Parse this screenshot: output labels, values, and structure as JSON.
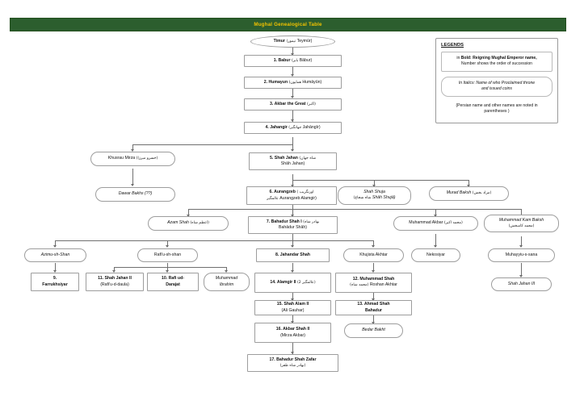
{
  "header": {
    "title": "Mughal Genealogical Table"
  },
  "legend": {
    "title": "LEGENDS",
    "entries": [
      {
        "id": "bold-rule",
        "line1_prefix": "in ",
        "line1_bold": "Bold: Reigning Mughal Emperor name,",
        "line2": "Number shows the order of succession"
      },
      {
        "id": "italic-rule",
        "line1": "In Italics: Name of who Proclaimed throne",
        "line2": "and issued coins"
      },
      {
        "id": "paren-rule",
        "line1": "(Persian name and other names are noted in",
        "line2": "parentheses )"
      }
    ]
  },
  "nodes": {
    "timur": {
      "line1": "Timur",
      "persian": "(تیمور",
      "line1_tail": "Teymūr)",
      "shape": "ellipse",
      "style": "bold"
    },
    "babur": {
      "line1": "1. Babur",
      "persian": "(بابر",
      "line1_tail": "Bābur)",
      "shape": "rect",
      "style": "bold"
    },
    "humayun": {
      "line1": "2. Humayun",
      "persian": "(همایون",
      "line1_tail": "Humāyūn)",
      "shape": "rect",
      "style": "bold"
    },
    "akbar": {
      "line1": "3. Akbar the Great",
      "persian": "(اکبر)",
      "shape": "rect",
      "style": "bold"
    },
    "jahangir": {
      "line1": "4. Jahangir",
      "persian": "(جهانگیر",
      "line1_tail": "Jahāngīr)",
      "shape": "rect",
      "style": "bold"
    },
    "khusrau": {
      "line1": "Khusrau Mirza",
      "persian": "(خسرو میرزا)",
      "shape": "round",
      "style": "normal"
    },
    "dawar": {
      "line1": "Dawar Bakhs (??)",
      "shape": "round",
      "style": "italic"
    },
    "shahjahan": {
      "line1": "5. Shah Jahan",
      "persian": "(شاه جهان",
      "line2": "Shāh Jahan)",
      "shape": "rect",
      "style": "bold"
    },
    "aurangzeb": {
      "line1": "6. Aurangzeb",
      "persian": "( اورنگزیب",
      "line2": "Aurangzeb Alamgir)",
      "persian2": "عالمگیر",
      "shape": "rect",
      "style": "bold"
    },
    "shahshuja": {
      "line1": "Shah Shuja",
      "line2": "Shāh Shujā)",
      "persian": "(شاه شجاع",
      "shape": "round",
      "style": "italic"
    },
    "muradbaksh": {
      "line1": "Murad Baksh",
      "persian": "(مراد بخش)",
      "shape": "round",
      "style": "italic"
    },
    "azamshah": {
      "line1": "Azam Shah",
      "persian": "(اعظم شاه)",
      "shape": "round",
      "style": "italic"
    },
    "bahadur1": {
      "line1": "7. Bahadur Shah I",
      "persian": "(بهادر شاه",
      "line2": "Bahādur Shāh)",
      "shape": "rect",
      "style": "bold"
    },
    "muhakbar": {
      "line1": "Muhammad Akbar",
      "persian": "(محمد اکبر)",
      "shape": "round",
      "style": "normal"
    },
    "kambaksh": {
      "line1": "Muhammad Kam Baksh",
      "persian": "(محمد کامبخش)",
      "shape": "round",
      "style": "italic"
    },
    "azimu": {
      "line1": "Azimu-sh-Shan",
      "shape": "round",
      "style": "italic"
    },
    "rafiu": {
      "line1": "Rafi'u-sh-shan",
      "shape": "round",
      "style": "normal"
    },
    "jahandar": {
      "line1": "8. Jahandar Shah",
      "shape": "rect",
      "style": "bold"
    },
    "khujista": {
      "line1": "Khujista Akhtar",
      "shape": "round",
      "style": "normal"
    },
    "nekosiyar": {
      "line1": "Nekosiyar",
      "shape": "round",
      "style": "normal"
    },
    "muhayyiu": {
      "line1": "Muhayyiu-s-sana",
      "shape": "round",
      "style": "normal"
    },
    "farrukhsiyar": {
      "line1": "9.",
      "line2": "Farrukhsiyar",
      "shape": "rect",
      "style": "bold"
    },
    "shahjahan2": {
      "line1": "11. Shah Jahan II",
      "line2": "(Rafi'u-d-daula)",
      "shape": "rect",
      "style": "bold"
    },
    "rafiud": {
      "line1": "10. Rafi ud-",
      "line2": "Darajat",
      "shape": "rect",
      "style": "bold"
    },
    "ibrahim": {
      "line1": "Muhammad",
      "line2": "Ibrahim",
      "shape": "round",
      "style": "italic"
    },
    "alamgir2": {
      "line1": "14. Alamgir II",
      "persian": "(عالمگیر 2)",
      "shape": "rect",
      "style": "bold"
    },
    "muhshah": {
      "line1": "12. Muhammad Shah",
      "persian": "(محمد شاه)",
      "line2": "Roshan Akhtar",
      "shape": "rect",
      "style": "bold"
    },
    "shahalam2": {
      "line1": "15. Shah Alam II",
      "line2": "(Ali Gauhar)",
      "shape": "rect",
      "style": "bold"
    },
    "ahmadshah": {
      "line1": "13. Ahmad Shah",
      "line2": "Bahadur",
      "shape": "rect",
      "style": "bold"
    },
    "akbarshah2": {
      "line1": "16. Akbar Shah II",
      "line2": "(Mirza Akbar)",
      "shape": "rect",
      "style": "bold"
    },
    "bedarbakht": {
      "line1": "Bedar Bakht",
      "shape": "round",
      "style": "italic"
    },
    "bahadurzafar": {
      "line1": "17. Bahadur Shah Zafar",
      "persian": "(بهادر شاه ظفر)",
      "shape": "rect",
      "style": "bold"
    },
    "shahjahan3": {
      "line1": "Shah Jahan III",
      "shape": "round",
      "style": "italic"
    }
  },
  "colors": {
    "header_bg": "#2c5e2e",
    "header_text": "#f2c200",
    "node_border": "#9d9d9d",
    "connector": "#6f6f6f"
  }
}
